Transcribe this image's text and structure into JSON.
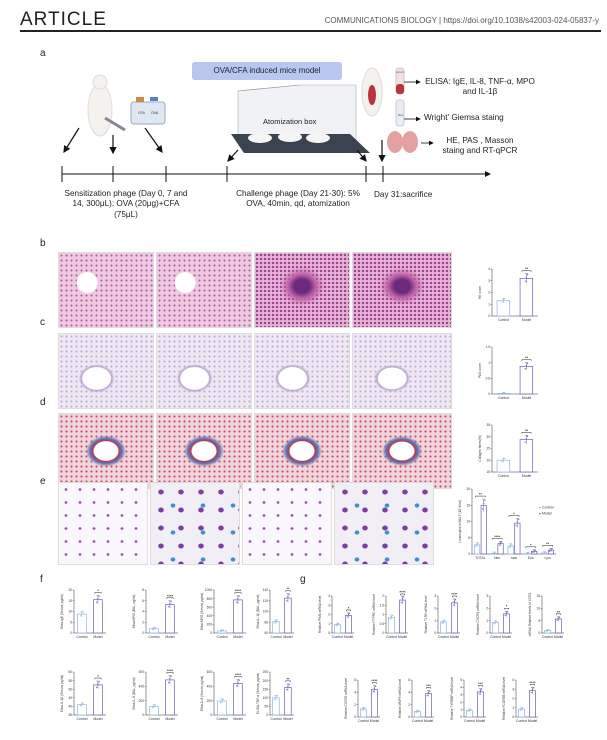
{
  "header": {
    "title": "ARTICLE",
    "journal": "COMMUNICATIONS BIOLOGY | https://doi.org/10.1038/s42003-024-05837-y"
  },
  "panel_labels": {
    "a": "a",
    "b": "b",
    "c": "c",
    "d": "d",
    "e": "e",
    "f": "f",
    "g": "g"
  },
  "panel_a": {
    "model_title": "OVA/CFA induced mice model",
    "box_label": "Atomization box",
    "vial_labels": [
      "CFA",
      "OVA"
    ],
    "tube_labels": [
      "serum",
      "BAL"
    ],
    "outputs": [
      "ELISA: IgE, IL-8, TNF-α, MPO and IL-1β",
      "Wright' Giemsa staing",
      "HE, PAS , Masson staing and RT-qPCR"
    ],
    "phases": [
      "Sensitization phage (Day 0, 7 and 14, 300μL): OVA (20μg)+CFA (75μL)",
      "Challenge phage (Day 21-30): 5% OVA, 40min, qd, atomization",
      "Day 31:sacrifice"
    ]
  },
  "colors": {
    "control": "#8fb4e0",
    "model": "#6a5fb0",
    "accent": "#b9c6ee"
  },
  "chart_data": [
    {
      "id": "b",
      "type": "bar",
      "ylabel": "HE score",
      "categories": [
        "Control",
        "Model"
      ],
      "values": [
        1.3,
        3.2
      ],
      "ylim": [
        0,
        4
      ],
      "yticks": [
        0,
        1,
        2,
        3,
        4
      ],
      "sig": "**"
    },
    {
      "id": "c",
      "type": "bar",
      "ylabel": "PAS score",
      "categories": [
        "Control",
        "Model"
      ],
      "values": [
        0.02,
        0.88
      ],
      "ylim": [
        0,
        1.5
      ],
      "yticks": [
        0,
        0.5,
        1.0,
        1.5
      ],
      "sig": "**"
    },
    {
      "id": "d",
      "type": "bar",
      "ylabel": "Collagen fibres(%)",
      "categories": [
        "Control",
        "Model"
      ],
      "values": [
        20,
        28.8
      ],
      "ylim": [
        15,
        35
      ],
      "yticks": [
        15,
        20,
        25,
        30,
        35
      ],
      "sig": "**"
    },
    {
      "id": "e",
      "type": "bar",
      "ylabel": "Leukocytes in BALF (10^4/ml)",
      "categories": [
        "TOTAL",
        "Neu",
        "mac",
        "Eos",
        "Lym"
      ],
      "series": [
        {
          "name": "Control",
          "values": [
            2.8,
            0.2,
            2.5,
            0.1,
            0.3
          ]
        },
        {
          "name": "Model",
          "values": [
            15,
            3.2,
            9.5,
            0.8,
            1.2
          ]
        }
      ],
      "ylim": [
        0,
        20
      ],
      "yticks": [
        0,
        5,
        10,
        15,
        20
      ],
      "sigs": [
        "**",
        "****",
        "*",
        "*",
        "**"
      ],
      "legend": "right"
    },
    {
      "id": "f1",
      "type": "bar",
      "ylabel": "Elisa-IgE (Serum, pg/ml)",
      "categories": [
        "Control",
        "Model"
      ],
      "values": [
        8.8,
        15.5
      ],
      "ylim": [
        0,
        20
      ],
      "yticks": [
        0,
        5,
        10,
        15,
        20
      ],
      "sig": "*"
    },
    {
      "id": "f2",
      "type": "bar",
      "ylabel": "Elisa-MPO (BAL, ng/ml)",
      "categories": [
        "Control",
        "Model"
      ],
      "values": [
        0.8,
        5.3
      ],
      "ylim": [
        0,
        8
      ],
      "yticks": [
        0,
        2,
        4,
        6,
        8
      ],
      "sig": "****"
    },
    {
      "id": "f3",
      "type": "bar",
      "ylabel": "Elisa-MPO (Serum, pg/ml)",
      "categories": [
        "Control",
        "Model"
      ],
      "values": [
        50,
        770
      ],
      "ylim": [
        0,
        1000
      ],
      "yticks": [
        0,
        200,
        400,
        600,
        800,
        1000
      ],
      "sig": "****"
    },
    {
      "id": "f4",
      "type": "bar",
      "ylabel": "Elisa-IL-1β (BAL, pg/ml)",
      "categories": [
        "Control",
        "Model"
      ],
      "values": [
        81,
        125
      ],
      "ylim": [
        60,
        140
      ],
      "yticks": [
        60,
        80,
        100,
        120,
        140
      ],
      "sig": "**"
    },
    {
      "id": "f5",
      "type": "bar",
      "ylabel": "Elisa-IL-1β (Serum, pg/ml)",
      "categories": [
        "Control",
        "Model"
      ],
      "values": [
        41,
        52.5
      ],
      "ylim": [
        35,
        60
      ],
      "yticks": [
        35,
        40,
        45,
        50,
        55,
        60
      ],
      "sig": "*"
    },
    {
      "id": "f6",
      "type": "bar",
      "ylabel": "Elisa-IL-8 (BAL, pg/ml)",
      "categories": [
        "Control",
        "Model"
      ],
      "values": [
        120,
        490
      ],
      "ylim": [
        0,
        600
      ],
      "yticks": [
        0,
        200,
        400,
        600
      ],
      "sig": "****"
    },
    {
      "id": "f7",
      "type": "bar",
      "ylabel": "Elisa-IL-8 (Serum, pg/ml)",
      "categories": [
        "Control",
        "Model"
      ],
      "values": [
        195,
        440
      ],
      "ylim": [
        0,
        600
      ],
      "yticks": [
        0,
        200,
        400,
        600
      ],
      "sig": "****"
    },
    {
      "id": "f8",
      "type": "bar",
      "ylabel": "ELISA-TNF-α (Serum, pg/ml)",
      "categories": [
        "Control",
        "Model"
      ],
      "values": [
        100,
        160
      ],
      "ylim": [
        0,
        250
      ],
      "yticks": [
        0,
        50,
        100,
        150,
        200,
        250
      ],
      "sig": "**"
    },
    {
      "id": "g1",
      "type": "bar",
      "ylabel": "Relative PIM1 mRNA level",
      "categories": [
        "Control",
        "Model"
      ],
      "values": [
        0.9,
        1.9
      ],
      "ylim": [
        0,
        4
      ],
      "yticks": [
        0,
        1,
        2,
        3,
        4
      ],
      "sig": "*"
    },
    {
      "id": "g2",
      "type": "bar",
      "ylabel": "Relative PTPRC mRNA level",
      "categories": [
        "Control",
        "Model"
      ],
      "values": [
        0.85,
        1.78
      ],
      "ylim": [
        0,
        2
      ],
      "yticks": [
        0,
        0.5,
        1.0,
        1.5,
        2.0
      ],
      "sig": "****"
    },
    {
      "id": "g3",
      "type": "bar",
      "ylabel": "Relative TLR5 mRNA level",
      "categories": [
        "Control",
        "Model"
      ],
      "values": [
        0.9,
        2.45
      ],
      "ylim": [
        0,
        3
      ],
      "yticks": [
        0,
        1,
        2,
        3
      ],
      "sig": "****"
    },
    {
      "id": "g4",
      "type": "bar",
      "ylabel": "Relative CXCR1 mRNA level",
      "categories": [
        "Control",
        "Model"
      ],
      "values": [
        0.85,
        1.55
      ],
      "ylim": [
        0,
        3
      ],
      "yticks": [
        0,
        1,
        2,
        3
      ],
      "sig": "*"
    },
    {
      "id": "g5",
      "type": "bar",
      "ylabel": "mRNA Relative levels of CCR1",
      "categories": [
        "Control",
        "Model"
      ],
      "values": [
        1,
        5.7
      ],
      "ylim": [
        0,
        15
      ],
      "yticks": [
        0,
        5,
        10,
        15
      ],
      "sig": "**"
    },
    {
      "id": "g6",
      "type": "bar",
      "ylabel": "Relative CXCR2 mRNA level",
      "categories": [
        "Control",
        "Model"
      ],
      "values": [
        1.3,
        4.5
      ],
      "ylim": [
        0,
        6
      ],
      "yticks": [
        0,
        2,
        4,
        6
      ],
      "sig": "****"
    },
    {
      "id": "g7",
      "type": "bar",
      "ylabel": "Relative MMP9 mRNA level",
      "categories": [
        "Control",
        "Model"
      ],
      "values": [
        0.9,
        3.8
      ],
      "ylim": [
        0,
        6
      ],
      "yticks": [
        0,
        2,
        4,
        6
      ],
      "sig": "***"
    },
    {
      "id": "g8",
      "type": "bar",
      "ylabel": "Relative TYROBP mRNA level",
      "categories": [
        "Control",
        "Model"
      ],
      "values": [
        0.9,
        3.4
      ],
      "ylim": [
        0,
        5
      ],
      "yticks": [
        0,
        1,
        2,
        3,
        4,
        5
      ],
      "sig": "***"
    },
    {
      "id": "g9",
      "type": "bar",
      "ylabel": "Relative FCGR3B mRNA level",
      "categories": [
        "Control",
        "Model"
      ],
      "values": [
        0.85,
        2.85
      ],
      "ylim": [
        0,
        4
      ],
      "yticks": [
        0,
        1,
        2,
        3,
        4
      ],
      "sig": "****"
    }
  ]
}
